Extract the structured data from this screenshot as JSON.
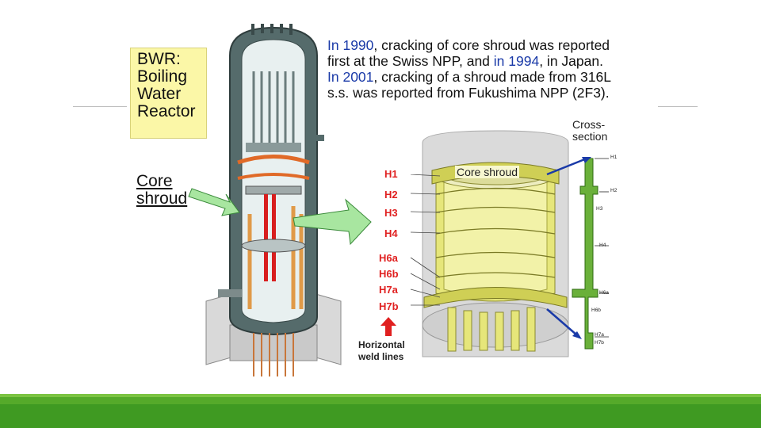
{
  "bwr_box": {
    "line1": "BWR:",
    "line2": "Boiling",
    "line3": "Water",
    "line4": "Reactor"
  },
  "core_shroud_label": {
    "line1": "Core",
    "line2": "shroud"
  },
  "caption": {
    "l1_a": "In 1990",
    "l1_b": ", cracking of core shroud was reported",
    "l2_a": "first at the Swiss NPP, and ",
    "l2_b": "in 1994",
    "l2_c": ", in Japan.",
    "l3_a": "In 2001",
    "l3_b": ", cracking of a shroud made from 316L",
    "l4": "s.s. was reported from Fukushima NPP (2F3)."
  },
  "weld_labels": [
    "H1",
    "H2",
    "H3",
    "H4",
    "H6a",
    "H6b",
    "H7a",
    "H7b"
  ],
  "horizontal_weld": {
    "line1": "Horizontal",
    "line2": "weld lines"
  },
  "core_shroud_inner_label": "Core shroud",
  "cross_section": {
    "line1": "Cross-",
    "line2": "section"
  },
  "cross_labels": [
    "H1",
    "H2",
    "H3",
    "H4",
    "H6a",
    "H6b",
    "H7a",
    "H7b"
  ],
  "colors": {
    "accent_blue": "#1a3aa8",
    "weld_red": "#e02020",
    "footer_green": "#55aa2a",
    "label_yellow": "#fbf7a7",
    "shroud_yellow": "#e6e67a"
  }
}
